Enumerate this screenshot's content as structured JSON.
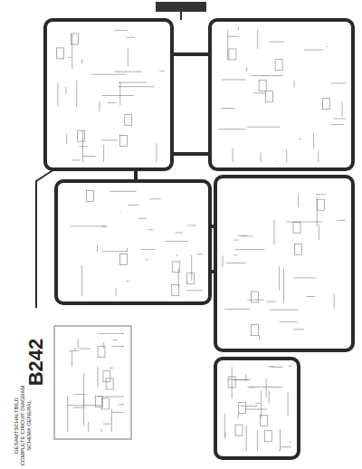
{
  "diagram": {
    "title": "B242",
    "labels": [
      "GESAMTSCHALTBILD",
      "COMPLETE CIRCUIT DIAGRAM",
      "SCHEMA GENERAL"
    ]
  }
}
